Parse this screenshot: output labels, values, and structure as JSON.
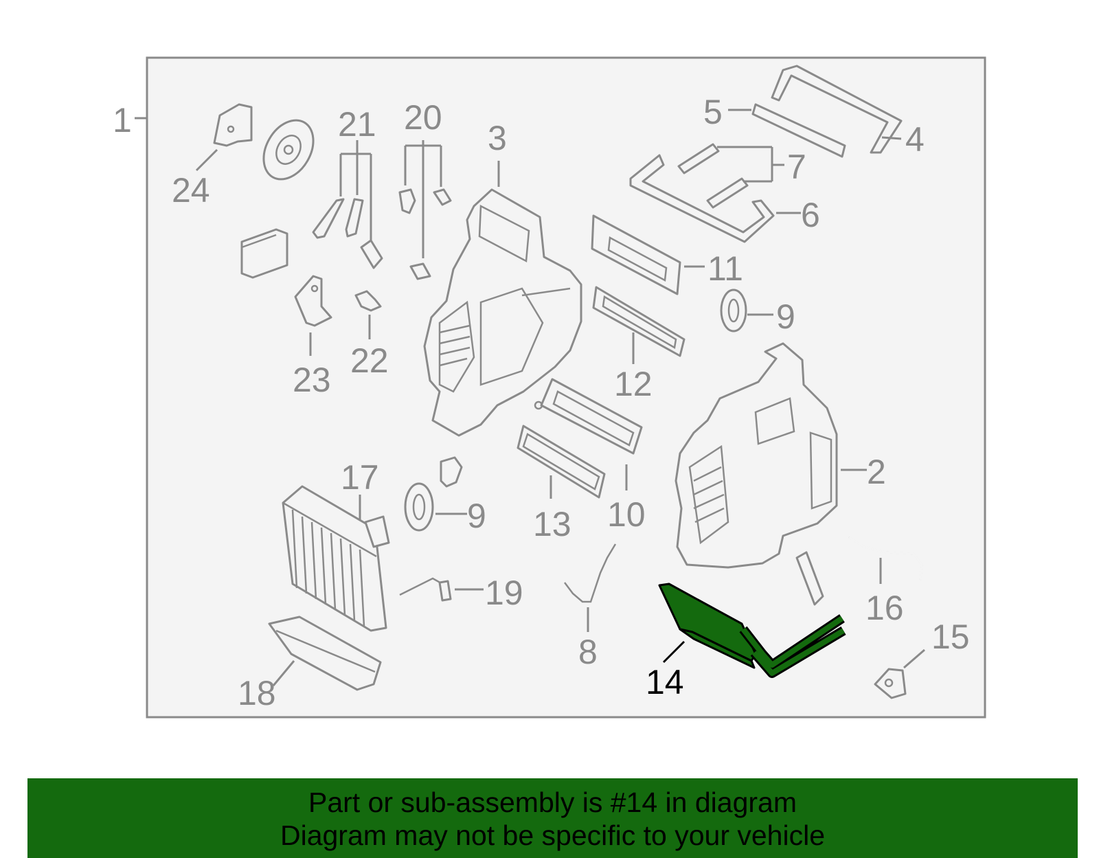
{
  "callouts": {
    "n1": "1",
    "n2": "2",
    "n3": "3",
    "n4": "4",
    "n5": "5",
    "n6": "6",
    "n7": "7",
    "n8": "8",
    "n9a": "9",
    "n9b": "9",
    "n10": "10",
    "n11": "11",
    "n12": "12",
    "n13": "13",
    "n14": "14",
    "n15": "15",
    "n16": "16",
    "n17": "17",
    "n18": "18",
    "n19": "19",
    "n20": "20",
    "n21": "21",
    "n22": "22",
    "n23": "23",
    "n24": "24"
  },
  "highlighted_part": "14",
  "banner": {
    "line1": "Part or sub-assembly is #14 in diagram",
    "line2": "Diagram may not be specific to your vehicle"
  },
  "colors": {
    "highlight": "#146a0e",
    "line": "#8a8a8a",
    "frame_fill": "#f4f4f4"
  }
}
